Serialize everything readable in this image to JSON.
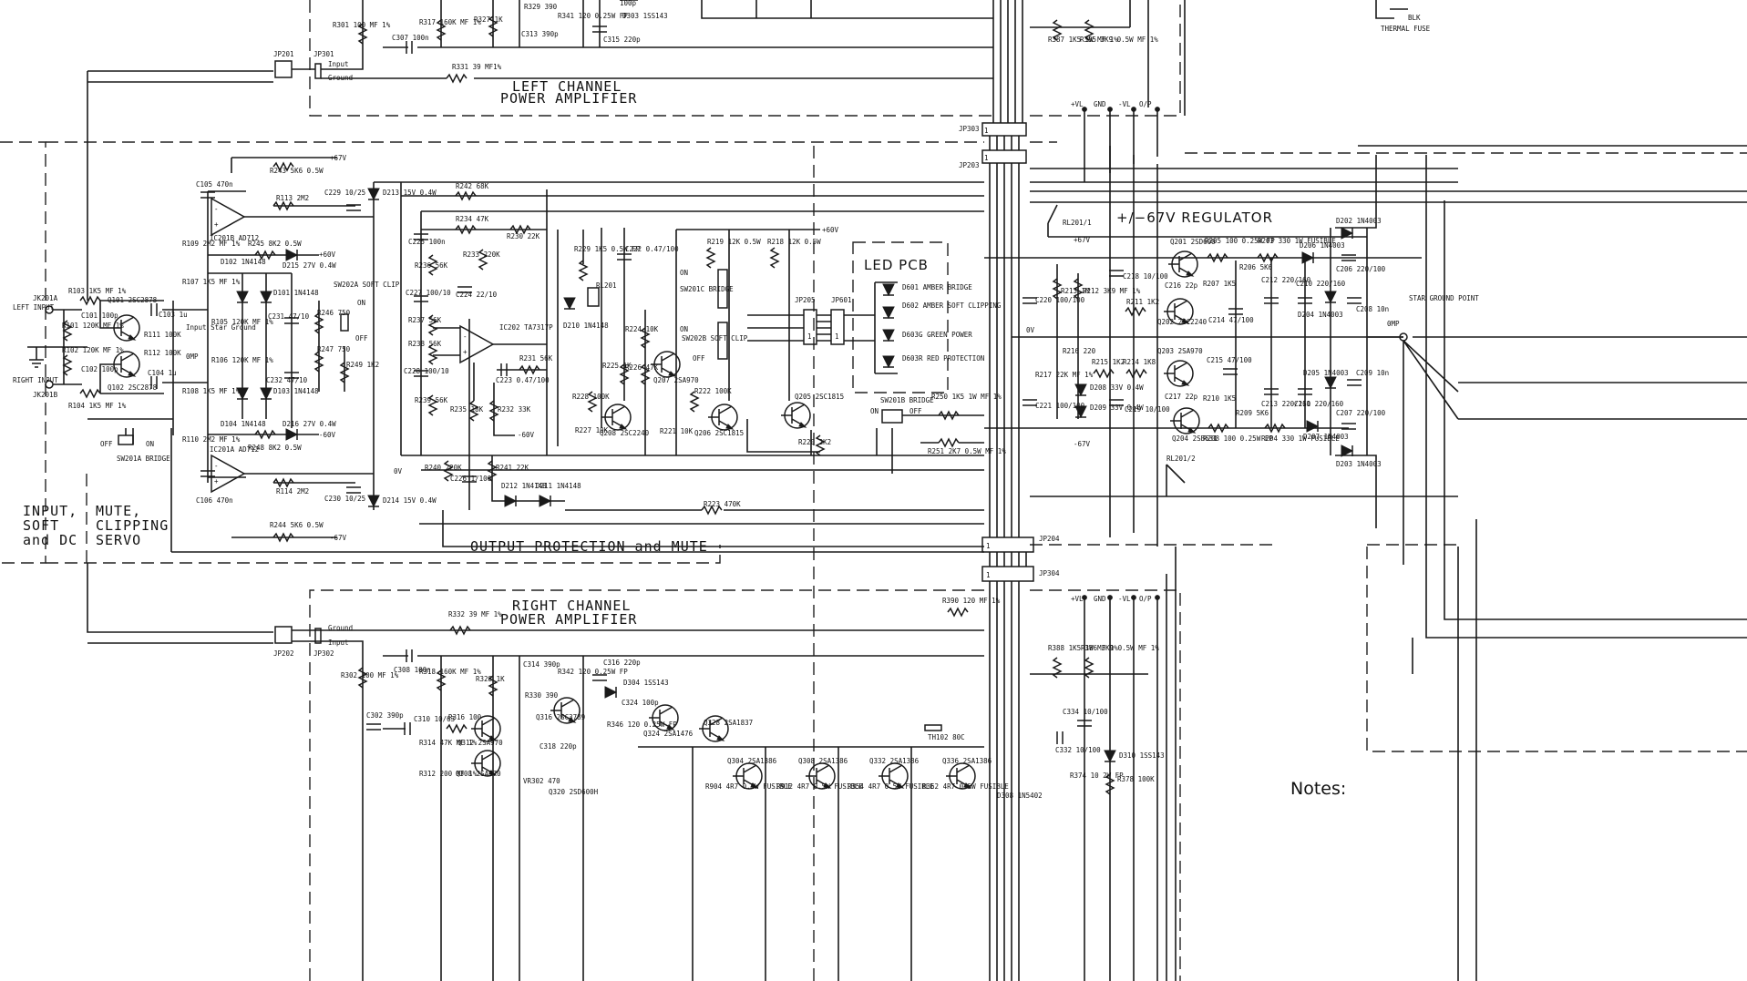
{
  "sections": {
    "left_amp_l1": "LEFT  CHANNEL",
    "left_amp_l2": "POWER  AMPLIFIER",
    "right_amp_l1": "RIGHT  CHANNEL",
    "right_amp_l2": "POWER  AMPLIFIER",
    "regulator": "+/−67V  REGULATOR",
    "led_pcb": "LED  PCB",
    "output_prot": "OUTPUT  PROTECTION  and  MUTE",
    "input_l1": "INPUT,",
    "input_l2": "SOFT",
    "input_l3": "and  DC",
    "mute_l1": "MUTE,",
    "mute_l2": "CLIPPING",
    "mute_l3": "SERVO",
    "notes": "Notes:"
  },
  "connectors": {
    "jp201": "JP201",
    "jp301": "JP301",
    "jp202": "JP202",
    "jp302": "JP302",
    "jp303": "JP303",
    "jp203": "JP203",
    "jp204": "JP204",
    "jp304": "JP304",
    "jp205": "JP205",
    "jp601": "JP601",
    "input": "Input",
    "ground": "Ground",
    "vl": "+VL",
    "gnd": "GND",
    "mvl": "-VL",
    "op": "O/P",
    "jk201a": "JK201A",
    "jk201b": "JK201B",
    "left_input": "LEFT INPUT",
    "right_input": "RIGHT INPUT",
    "star": "STAR GROUND POINT",
    "omp": "0MP",
    "thermal": "THERMAL FUSE",
    "blk": "BLK"
  },
  "rails": {
    "p67": "+67V",
    "m67": "-67V",
    "p60": "+60V",
    "m60": "-60V",
    "zero": "0V"
  },
  "relays": {
    "rl1": "RL201/1",
    "rl2": "RL201/2",
    "rl201": "RL201"
  },
  "switches": {
    "sw202a": "SW202A SOFT CLIP",
    "sw201a": "SW201A BRIDGE",
    "sw201c": "SW201C BRIDGE",
    "sw202b": "SW202B SOFT CLIP",
    "sw201b": "SW201B BRIDGE",
    "on": "ON",
    "off": "OFF"
  },
  "leds": {
    "d601": "D601 AMBER BRIDGE",
    "d602": "D602 AMBER SOFT CLIPPING",
    "d603g": "D603G GREEN POWER",
    "d603r": "D603R RED PROTECTION"
  },
  "ics": {
    "ic201b": "IC201B AD712",
    "ic201a": "IC201A AD712",
    "ic202": "IC202 TA7317P",
    "star_ground": "Input Star Ground",
    "omp": "0MP"
  },
  "parts": {
    "r301": "R301 100 MF 1%",
    "r317": "R317 160K MF 1%",
    "r327": "R327 1K",
    "r329": "R329 390",
    "r341": "R341 120 0.25W FP",
    "c307": "C307 100n",
    "c313": "C313 390p",
    "c315": "C315 220p",
    "d303": "D303 1SS143",
    "c100p": "100p",
    "r331": "R331 39 MF1%",
    "r387": "R387 1K5 1W MF 1%",
    "r385": "R385 3K9 0.5W MF 1%",
    "r243": "R243 5K6 0.5W",
    "c105": "C105 470n",
    "r113": "R113 2M2",
    "c229": "C229 10/25",
    "d213": "D213 15V 0.4W",
    "r242": "R242 68K",
    "r234": "R234 47K",
    "r230": "R230 22K",
    "c225": "C225 100n",
    "r236": "R236 56K",
    "r233": "R233 220K",
    "c224": "C224 22/10",
    "c227": "C227 100/10",
    "r237": "R237 56K",
    "r238": "R238 56K",
    "c228": "C228 100/10",
    "r239": "R239 56K",
    "r235": "R235 18K",
    "r232": "R232 33K",
    "r231": "R231 56K",
    "c223": "C223 0.47/100",
    "r229": "R229 1K5 0.5W FP",
    "c222": "C222 0.47/100",
    "d210": "D210 1N4148",
    "r224": "R224 10K",
    "r225": "R225 1K",
    "r226": "R226 47K",
    "q207": "Q207 2SA970",
    "r228": "R228 100K",
    "r227": "R227 10K",
    "q208": "Q208 2SC2240",
    "r221": "R221 10K",
    "r219": "R219 12K 0.5W",
    "r222": "R222 100K",
    "q206": "Q206 2SC1815",
    "r218": "R218 12K 0.5W",
    "q205": "Q205 2SC1815",
    "r220": "R220 2K2",
    "r109": "R109 2M2 MF 1%",
    "r245": "R245 8K2 0.5W",
    "d215": "D215 27V 0.4W",
    "r107": "R107 1K5 MF 1%",
    "d102": "D102 1N4148",
    "d101": "D101 1N4148",
    "c231": "C231 47/10",
    "r246": "R246 750",
    "r105": "R105 120K MF 1%",
    "r106": "R106 120K MF 1%",
    "r247": "R247 750",
    "r249": "R249 1K2",
    "c232": "C232 47/10",
    "r108": "R108 1K5 MF 1%",
    "d103": "D103 1N4148",
    "d104": "D104 1N4148",
    "d216": "D216 27V 0.4W",
    "r248": "R248 8K2 0.5W",
    "r110": "R110 2M2 MF 1%",
    "r114": "R114 2M2",
    "c106": "C106 470n",
    "c230": "C230 10/25",
    "d214": "D214 15V 0.4W",
    "r244": "R244 5K6 0.5W",
    "r103": "R103 1K5 MF 1%",
    "c101": "C101 100p",
    "q101": "Q101 2SC2878",
    "c103": "C103 1u",
    "r101": "R101 120K MF 1%",
    "r111": "R111 100K",
    "r102": "R102 120K MF 1%",
    "r112": "R112 100K",
    "c102": "C102 100p",
    "q102": "Q102 2SC2878",
    "c104": "C104 1u",
    "r104": "R104 1K5 MF 1%",
    "r240": "R240 220K",
    "c226": "C226 1/100",
    "r241": "R241 22K",
    "d212": "D212 1N4148",
    "d211": "D211 1N4148",
    "r223": "R223 470K",
    "r250": "R250 1K5 1W MF 1%",
    "r251": "R251 2K7 0.5W MF 1%",
    "q201": "Q201 2SD600",
    "r205": "R205 100 0.25W FP",
    "r203": "R203 330 1W FUSIBLE",
    "d206": "D206 1N4003",
    "d202": "D202 1N4003",
    "c206": "C206 220/100",
    "r213": "R213 1M",
    "r212": "R212 3K9 MF 1%",
    "c218": "C218 10/100",
    "c220": "C220 100/100",
    "r211": "R211 1K2",
    "c216": "C216 22p",
    "r207": "R207 1K5",
    "q202": "Q202 2SC2240",
    "c214": "C214 47/100",
    "r206": "R206 5K6",
    "c212": "C212 220/160",
    "c210": "C210 220/160",
    "d204": "D204 1N4003",
    "c208": "C208 10n",
    "r216": "R216 220",
    "r215": "R215 1K2",
    "r214": "R214 1K8",
    "q203": "Q203 2SA970",
    "c215": "C215 47/100",
    "r217": "R217 22K MF 1%",
    "d208": "D208 33V 0.4W",
    "d209": "D209 33V 0.4W",
    "c219": "C219 10/100",
    "c221": "C221 100/100",
    "c217": "C217 22p",
    "r210": "R210 1K5",
    "r209": "R209 5K6",
    "q204": "Q204 2SB631",
    "r208": "R208 100 0.25W FP",
    "r204": "R204 330 1W FUSIBLE",
    "c213": "C213 220/160",
    "c211": "C211 220/160",
    "d205": "D205 1N4003",
    "c209": "C209 10n",
    "c207": "C207 220/100",
    "d207": "D207 1N4003",
    "d203": "D203 1N4003",
    "r390": "R390 120 MF 1%",
    "r332": "R332 39 MF 1%",
    "r388": "R388 1K5 1W MF 1%",
    "r386": "R386 3K9 0.5W MF 1%",
    "r302": "R302 100 MF 1%",
    "r318": "R318 160K MF 1%",
    "c308": "C308 100n",
    "r328": "R328 1K",
    "c314": "C314 390p",
    "r342": "R342 120 0.25W FP",
    "c316": "C316 220p",
    "d304": "D304 1SS143",
    "c324": "C324 100p",
    "r346": "R346 120 0.25W FP",
    "q324": "Q324 2SA1476",
    "q328": "Q328 2SA1837",
    "r330": "R330 390",
    "q316": "Q316 2SC3789",
    "c318": "C318 220p",
    "c302": "C302 390p",
    "c310": "C310 10/63",
    "r316": "R316 100",
    "q312": "Q312 2SA970",
    "r314": "R314 47K MF 1%",
    "q308": "Q308 2SA970",
    "r312": "R312 200 MF 1%",
    "vr302": "VR302 470",
    "q320": "Q320 2SD600H",
    "th102": "TH102 80C",
    "c334": "C334 10/100",
    "c332": "C332 10/100",
    "d310": "D310 1SS143",
    "r378": "R378 100K",
    "r374": "R374 10 2W FP",
    "q304": "Q304 2SA1386",
    "q308b": "Q308 2SA1386",
    "q332": "Q332 2SA1386",
    "q336": "Q336 2SA1386",
    "r304": "R904 4R7 0.5W FUSIBLE",
    "r912": "R912 4R7 0.5W FUSIBLE",
    "r354": "R354 4R7 0.5W FUSIBLE",
    "r362": "R362 4R7 0.5W FUSIBLE",
    "d308": "D308 1N5402"
  }
}
